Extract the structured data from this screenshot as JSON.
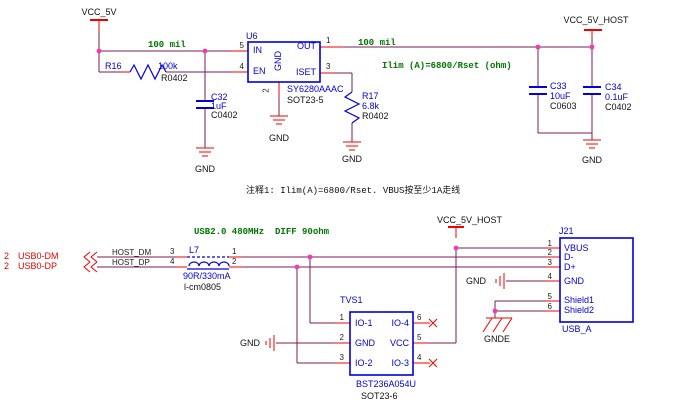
{
  "labels": {
    "gnd": "GND",
    "gnde": "GNDE"
  },
  "top": {
    "vcc_5v": "VCC_5V",
    "vcc_5v_host": "VCC_5V_HOST",
    "trace_note": "100 mil",
    "ilim_note": "Ilim (A)=6800/Rset (ohm)",
    "u6": {
      "ref": "U6",
      "part": "SY6280AAAC",
      "footprint": "SOT23-5",
      "pin_in": "IN",
      "pin_en": "EN",
      "pin_gnd": "GND",
      "pin_out": "OUT",
      "pin_iset": "ISET",
      "num_in": "5",
      "num_en": "4",
      "num_gnd": "2",
      "num_out": "1",
      "num_iset": "3"
    },
    "r16": {
      "ref": "R16",
      "value": "100k",
      "footprint": "R0402"
    },
    "r17": {
      "ref": "R17",
      "value": "6.8k",
      "footprint": "R0402"
    },
    "c32": {
      "ref": "C32",
      "value": "1uF",
      "footprint": "C0402"
    },
    "c33": {
      "ref": "C33",
      "value": "10uF",
      "footprint": "C0603"
    },
    "c34": {
      "ref": "C34",
      "value": "0.1uF",
      "footprint": "C0402"
    }
  },
  "note": {
    "text": "注释1: Ilim(A)=6800/Rset. VBUS按至少1A走线"
  },
  "bottom": {
    "usb_spec": "USB2.0 480MHz  DIFF 90ohm",
    "vcc_5v_host": "VCC_5V_HOST",
    "sheet_ref": "2",
    "usb0_dm": "USB0-DM",
    "usb0_dp": "USB0-DP",
    "host_dm": "HOST_DM",
    "host_dp": "HOST_DP",
    "l7": {
      "ref": "L7",
      "value": "90R/330mA",
      "footprint": "l-cm0805",
      "n1": "1",
      "n2": "2",
      "n3": "3",
      "n4": "4"
    },
    "tvs1": {
      "ref": "TVS1",
      "part": "BST236A054U",
      "footprint": "SOT23-6",
      "io1": "IO-1",
      "io2": "IO-2",
      "io3": "IO-3",
      "io4": "IO-4",
      "gnd": "GND",
      "vcc": "VCC",
      "n1": "1",
      "n2": "2",
      "n3": "3",
      "n4": "4",
      "n5": "5",
      "n6": "6"
    },
    "j21": {
      "ref": "J21",
      "part": "USB_A",
      "pins": [
        {
          "num": "1",
          "name": "VBUS"
        },
        {
          "num": "2",
          "name": "D-"
        },
        {
          "num": "3",
          "name": "D+"
        },
        {
          "num": "4",
          "name": "GND"
        },
        {
          "num": "5",
          "name": "Shield1"
        },
        {
          "num": "6",
          "name": "Shield2"
        }
      ]
    }
  }
}
